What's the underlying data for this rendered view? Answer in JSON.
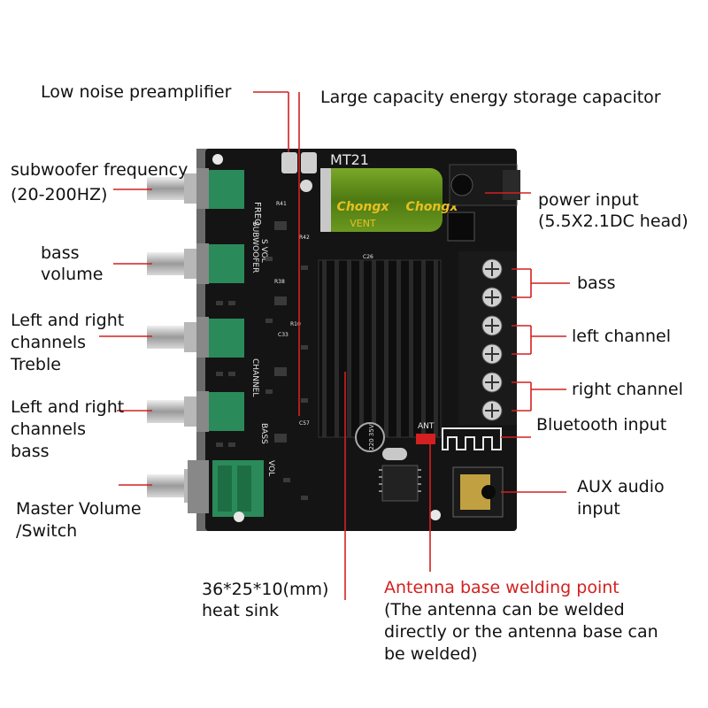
{
  "labels": {
    "preamp": "Low noise preamplifier",
    "capacitor": "Large capacity energy storage capacitor",
    "sub_freq_line1": "subwoofer frequency",
    "sub_freq_line2": "(20-200HZ)",
    "bass_vol_line1": "bass",
    "bass_vol_line2": "volume",
    "treble_line1": "Left and right",
    "treble_line2": "channels",
    "treble_line3": "Treble",
    "lr_bass_line1": "Left and right",
    "lr_bass_line2": "channels",
    "lr_bass_line3": "bass",
    "master_line1": "Master Volume",
    "master_line2": "/Switch",
    "power_line1": "power input",
    "power_line2": "(5.5X2.1DC head)",
    "bass_out": "bass",
    "left_channel": "left channel",
    "right_channel": "right channel",
    "bluetooth": "Bluetooth input",
    "aux_line1": "AUX audio",
    "aux_line2": "input",
    "heatsink_line1": "36*25*10(mm)",
    "heatsink_line2": "heat sink",
    "antenna_title": "Antenna base welding point",
    "antenna_line1": "(The antenna can be welded",
    "antenna_line2": "directly or the antenna base can",
    "antenna_line3": "be welded)"
  },
  "board": {
    "model": "MT21",
    "cap_brand": "Chongx",
    "cap_vent": "VENT",
    "freq_text": "FREQ",
    "sub_text": "SUBWOOFER",
    "s_vol_text": "S VOL",
    "channel_text": "CHANNEL",
    "bass_text": "BASS",
    "vol_text": "VOL",
    "small_cap_text": "220 35V",
    "ant_text": "ANT",
    "c26": "C26",
    "r41": "R41",
    "r42": "R42",
    "r38": "R38",
    "c33": "C33",
    "r10": "R10",
    "c57": "C57"
  },
  "colors": {
    "pcb": "#141414",
    "knob_green": "#2a8a5a",
    "leader_red": "#d42020",
    "capacitor_green": "#5a8a1a",
    "terminal": "#1a1a1a"
  }
}
